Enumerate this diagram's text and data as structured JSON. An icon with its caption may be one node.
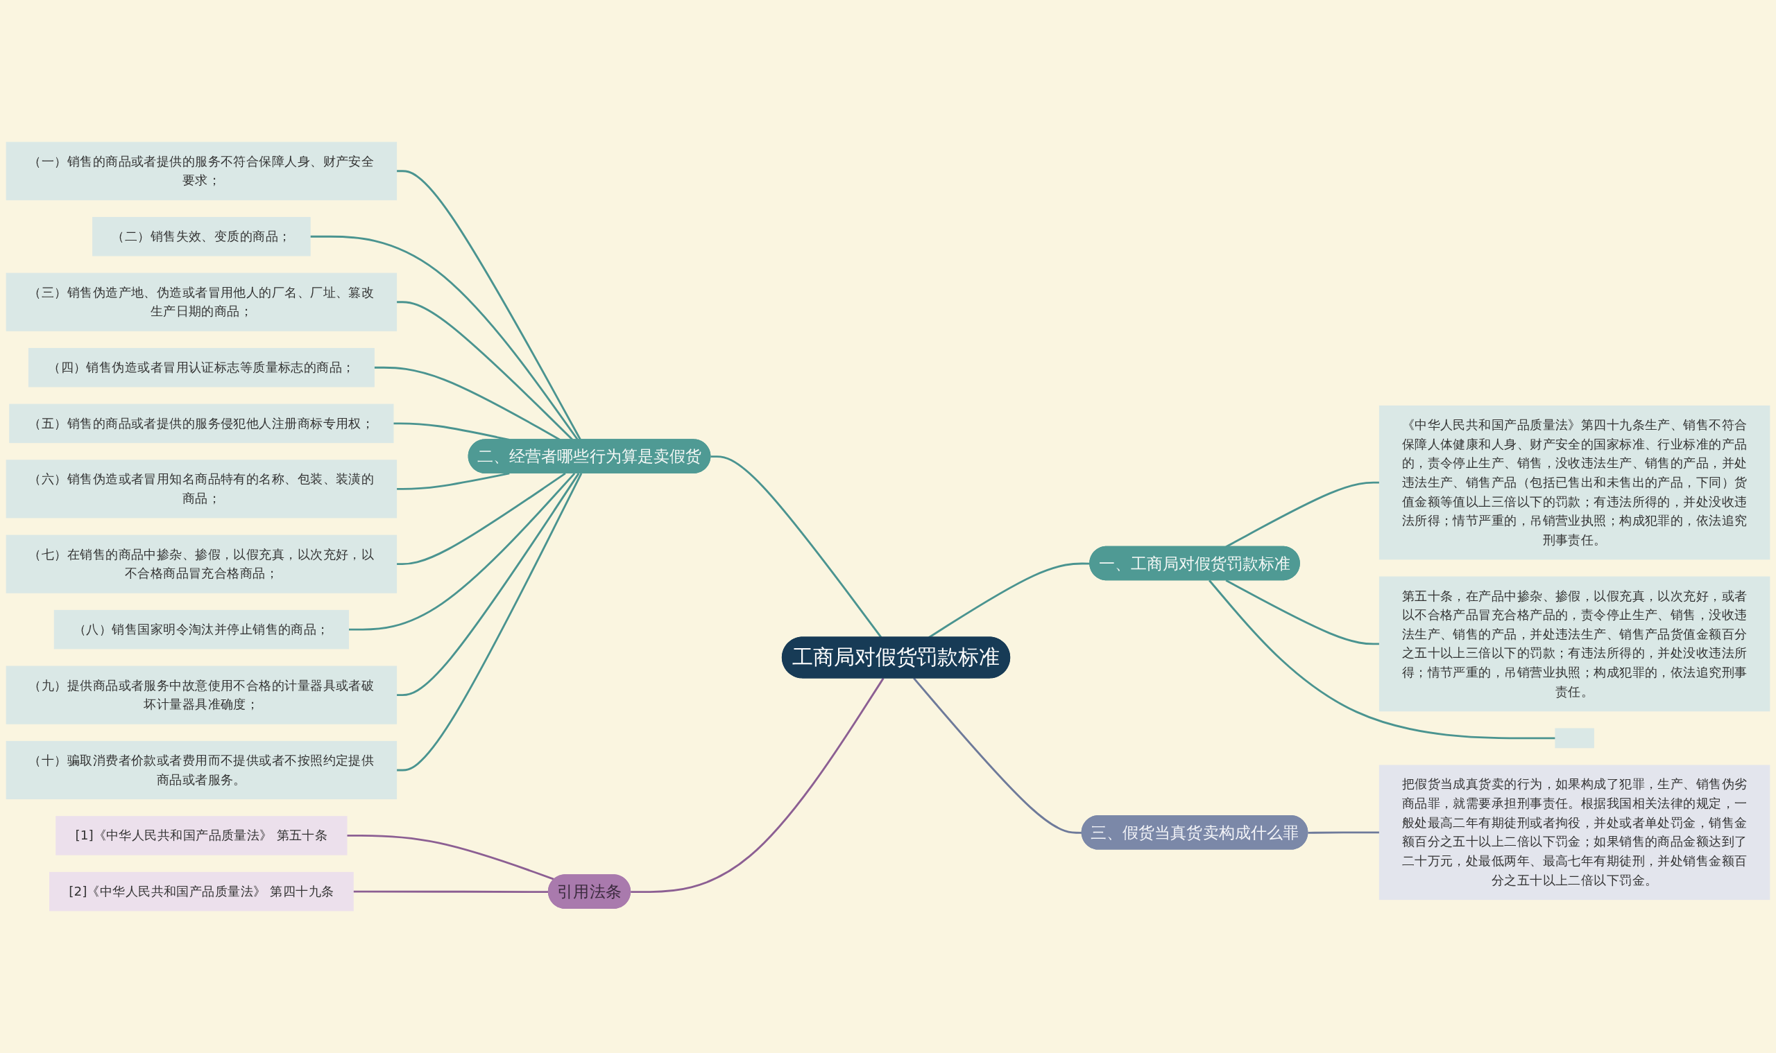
{
  "diagram": {
    "nodes": [
      {
        "text": [
          "工商局对假货罚款标准"
        ]
      },
      {
        "text": [
          "一、工商局对假货罚款标准"
        ]
      },
      {
        "text": [
          "《中华人民共和国产品质量法》第四十九条生产、销售不符合保障人体健康和人身、财产安全的国家标准、行业标准的产品的，责令停止生产、销售，没收违法生产、销售的产品，并处违法生产、销售产品（包括已售出和未售出的产品，下同）货值金额等值以上三倍以下的罚款；有违法所得的，并处没收违法所得；情节严重的，吊销营业执照；构成犯罪的，依法追究刑事责任。"
        ]
      },
      {
        "text": [
          "第五十条，在产品中掺杂、掺假，以假充真，以次充好，或者以不合格产品冒充合格产品的，责令停止生产、销售，没收违法生产、销售的产品，并处违法生产、销售产品货值金额百分之五十以上三倍以下的罚款；有违法所得的，并处没收违法所得；情节严重的，吊销营业执照；构成犯罪的，依法追究刑事责任。"
        ]
      },
      {
        "text": [],
        "shape": "box"
      },
      {
        "text": [
          "二、经营者哪些行为算是卖假货"
        ]
      },
      {
        "text": [
          "（一）销售的商品或者提供的服务不符合保障人身、财产安全要求；"
        ]
      },
      {
        "text": [
          "（二）销售失效、变质的商品；"
        ]
      },
      {
        "text": [
          "（三）销售伪造产地、伪造或者冒用他人的厂名、厂址、篡改生产日期的商品；"
        ]
      },
      {
        "text": [
          "（四）销售伪造或者冒用认证标志等质量标志的商品；"
        ]
      },
      {
        "text": [
          "（五）销售的商品或者提供的服务侵犯他人注册商标专用权；"
        ]
      },
      {
        "text": [
          "（六）销售伪造或者冒用知名商品特有的名称、包装、装潢的商品；"
        ]
      },
      {
        "text": [
          "（七）在销售的商品中掺杂、掺假，以假充真，以次充好，以不合格商品冒充合格商品；"
        ]
      },
      {
        "text": [
          "（八）销售国家明令淘汰并停止销售的商品；"
        ]
      },
      {
        "text": [
          "（九）提供商品或者服务中故意使用不合格的计量器具或者破坏计量器具准确度；"
        ]
      },
      {
        "text": [
          "（十）骗取消费者价款或者费用而不提供或者不按照约定提供商品或者服务。"
        ]
      },
      {
        "text": [
          "三、假货当真货卖构成什么罪"
        ]
      },
      {
        "text": [
          "把假货当成真货卖的行为，如果构成了犯罪，生产、销售伪劣商品罪，就需要承担刑事责任。根据我国相关法律的规定，一般处最高二年有期徒刑或者拘役，并处或者单处罚金，销售金额百分之五十以上二倍以下罚金；如果销售的商品金额达到了二十万元，处最低两年、最高七年有期徒刑，并处销售金额百分之五十以上二倍以下罚金。"
        ]
      },
      {
        "text": [
          "引用法条"
        ]
      },
      {
        "text": [
          "[1]《中华人民共和国产品质量法》 第五十条"
        ]
      },
      {
        "text": [
          "[2]《中华人民共和国产品质量法》 第四十九条"
        ]
      }
    ],
    "edges": [
      {
        "from": 0,
        "to": 1,
        "arrow": "none"
      },
      {
        "from": 1,
        "to": 2,
        "arrow": "none"
      },
      {
        "from": 1,
        "to": 3,
        "arrow": "none"
      },
      {
        "from": 1,
        "to": 4,
        "arrow": "none"
      },
      {
        "from": 0,
        "to": 5,
        "arrow": "none"
      },
      {
        "from": 5,
        "to": 6,
        "arrow": "none"
      },
      {
        "from": 5,
        "to": 7,
        "arrow": "none"
      },
      {
        "from": 5,
        "to": 8,
        "arrow": "none"
      },
      {
        "from": 5,
        "to": 9,
        "arrow": "none"
      },
      {
        "from": 5,
        "to": 10,
        "arrow": "none"
      },
      {
        "from": 5,
        "to": 11,
        "arrow": "none"
      },
      {
        "from": 5,
        "to": 12,
        "arrow": "none"
      },
      {
        "from": 5,
        "to": 13,
        "arrow": "none"
      },
      {
        "from": 5,
        "to": 14,
        "arrow": "none"
      },
      {
        "from": 5,
        "to": 15,
        "arrow": "none"
      },
      {
        "from": 0,
        "to": 16,
        "arrow": "none",
        "color": "#6e7a9a"
      },
      {
        "from": 16,
        "to": 17,
        "arrow": "none",
        "color": "#6e7a9a"
      },
      {
        "from": 0,
        "to": 18,
        "arrow": "none",
        "color": "#8c5f93"
      },
      {
        "from": 18,
        "to": 19,
        "arrow": "none",
        "color": "#8c5f93"
      },
      {
        "from": 18,
        "to": 20,
        "arrow": "none",
        "color": "#8c5f93"
      }
    ]
  }
}
